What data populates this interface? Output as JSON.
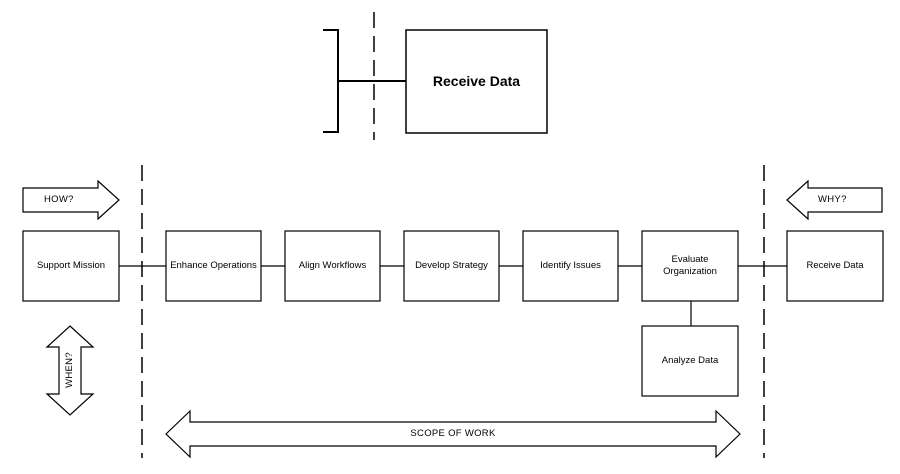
{
  "legend": {
    "title": "Receive Data"
  },
  "arrows": {
    "how": "HOW?",
    "why": "WHY?",
    "when": "WHEN?",
    "scope": "SCOPE OF WORK"
  },
  "functions": {
    "support_mission": "Support Mission",
    "enhance_operations": "Enhance Operations",
    "align_workflows": "Align Workflows",
    "develop_strategy": "Develop Strategy",
    "identify_issues": "Identify Issues",
    "evaluate_organization": "Evaluate Organization",
    "receive_data": "Receive Data",
    "analyze_data": "Analyze Data"
  }
}
